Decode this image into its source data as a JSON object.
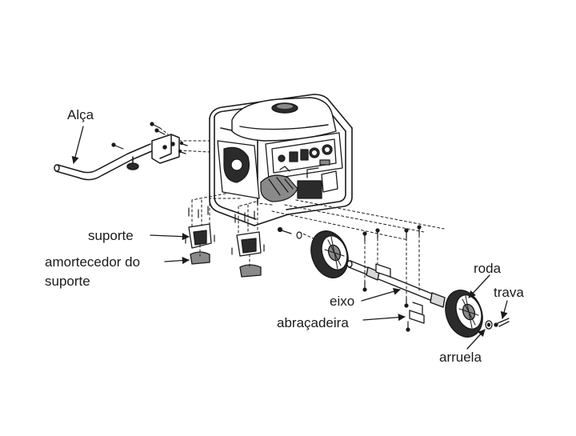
{
  "labels": {
    "alca": "Alça",
    "suporte": "suporte",
    "amortecedor_line1": "amortecedor do",
    "amortecedor_line2": "suporte",
    "eixo": "eixo",
    "abracadeira": "abraçadeira",
    "roda": "roda",
    "trava": "trava",
    "arruela": "arruela"
  },
  "colors": {
    "line": "#1a1a1a",
    "fill_dark": "#2b2b2b",
    "fill_mid": "#8a8a8a",
    "fill_light": "#d9d9d9",
    "background": "#ffffff"
  }
}
